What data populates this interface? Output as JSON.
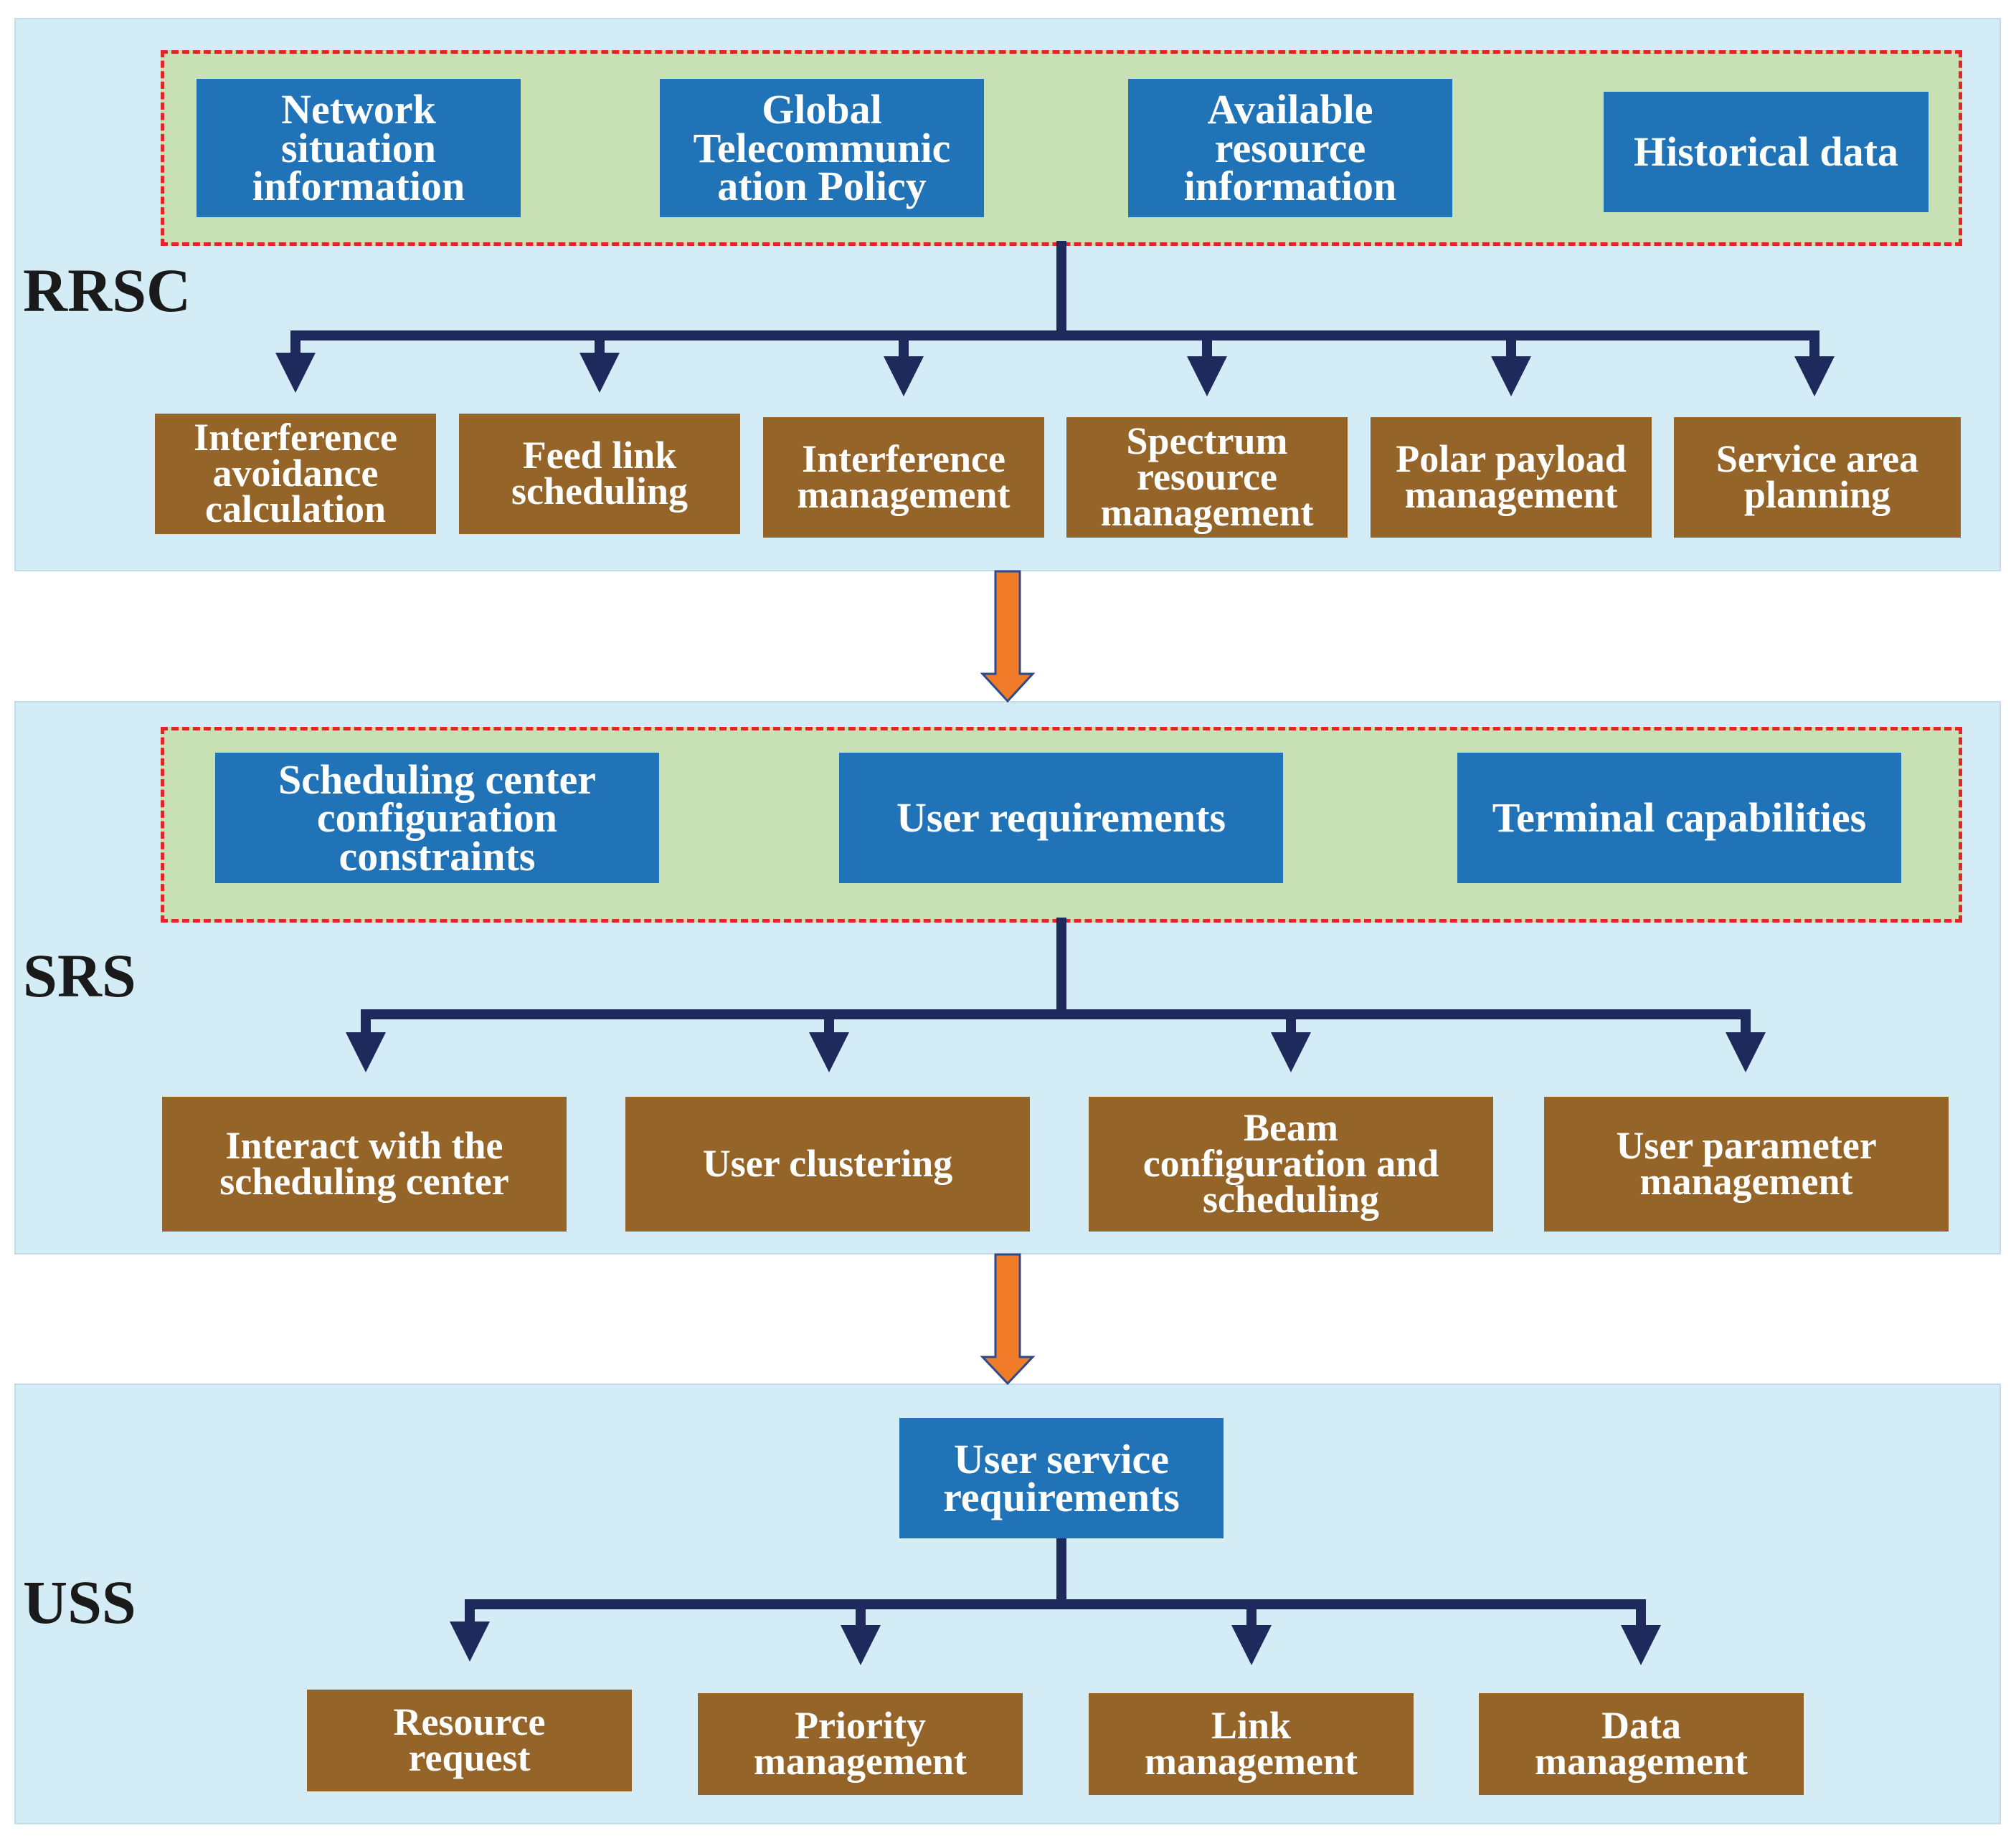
{
  "layers": [
    {
      "id": "rrsc",
      "label": "RRSC",
      "inputs": [
        "Network\nsituation\ninformation",
        "Global\nTelecommunic\nation Policy",
        "Available\nresource\ninformation",
        "Historical data"
      ],
      "functions": [
        "Interference\navoidance\ncalculation",
        "Feed link\nscheduling",
        "Interference\nmanagement",
        "Spectrum\nresource\nmanagement",
        "Polar payload\nmanagement",
        "Service area\nplanning"
      ]
    },
    {
      "id": "srs",
      "label": "SRS",
      "inputs": [
        "Scheduling center\nconfiguration\nconstraints",
        "User requirements",
        "Terminal capabilities"
      ],
      "functions": [
        "Interact with the\nscheduling center",
        "User clustering",
        "Beam\nconfiguration and\nscheduling",
        "User parameter\nmanagement"
      ]
    },
    {
      "id": "uss",
      "label": "USS",
      "inputs": [
        "User service\nrequirements"
      ],
      "functions": [
        "Resource\nrequest",
        "Priority\nmanagement",
        "Link\nmanagement",
        "Data\nmanagement"
      ]
    }
  ],
  "colors": {
    "layer_bg": "#d4ecf5",
    "input_group_bg": "#c7e0b4",
    "input_group_border": "#e0262a",
    "input_box": "#2173b8",
    "function_box": "#946428",
    "connector": "#1f2a5c",
    "layer_arrow": "#f07c2a"
  }
}
